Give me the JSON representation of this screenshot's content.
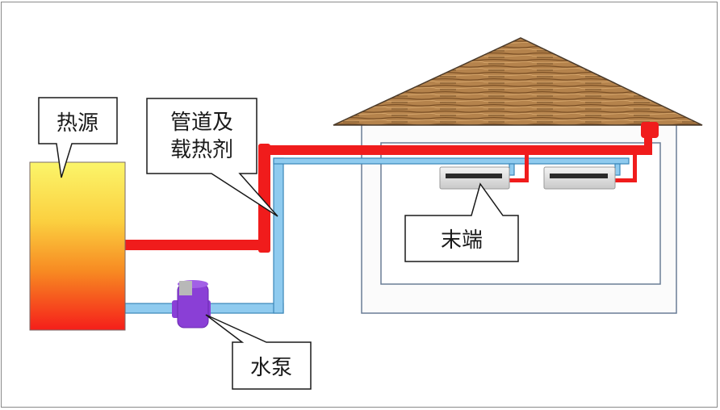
{
  "diagram": {
    "title": "Heating system schematic",
    "labels": {
      "heat_source": "热源",
      "pipes_line1": "管道及",
      "pipes_line2": "载热剂",
      "terminal": "末端",
      "pump": "水泵"
    },
    "colors": {
      "supply_pipe": "#f01c1c",
      "return_pipe": "#8fcbef",
      "return_pipe_outline": "#3a86b8",
      "boiler_top": "#fbf56a",
      "boiler_bottom": "#f51e1a",
      "pump": "#8a3fd6",
      "pump_cap": "#b8b8b8",
      "roof": "#a97842",
      "wall_outline": "#6a7d96"
    },
    "components": [
      {
        "id": "heat-source",
        "label_key": "heat_source"
      },
      {
        "id": "pipes",
        "label_key": "pipes"
      },
      {
        "id": "terminal-units",
        "count": 2,
        "label_key": "terminal"
      },
      {
        "id": "water-pump",
        "label_key": "pump"
      },
      {
        "id": "house"
      }
    ]
  }
}
